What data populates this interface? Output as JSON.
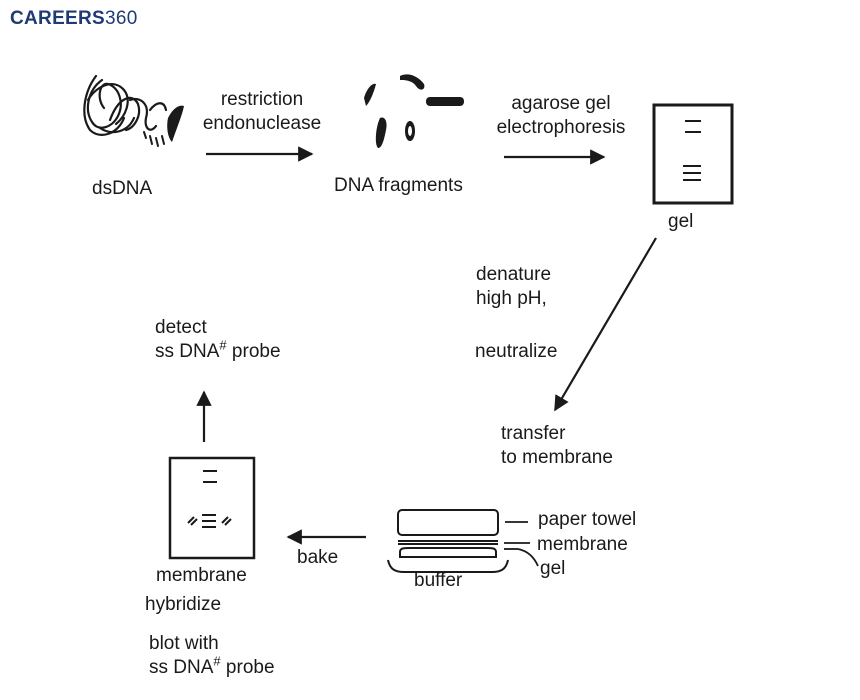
{
  "logo": {
    "brand": "CAREERS",
    "number": "360"
  },
  "steps": {
    "dsdna": "dsDNA",
    "restriction_line1": "restriction",
    "restriction_line2": "endonuclease",
    "fragments": "DNA fragments",
    "agarose_line1": "agarose gel",
    "agarose_line2": "electrophoresis",
    "gel": "gel",
    "denature_line1": "denature",
    "denature_line2": "high pH,",
    "neutralize": "neutralize",
    "transfer_line1": "transfer",
    "transfer_line2": "to membrane",
    "paper_towel": "paper towel",
    "membrane_layer": "membrane",
    "gel_layer": "gel",
    "buffer": "buffer",
    "bake": "bake",
    "membrane": "membrane",
    "hybridize": "hybridize",
    "blot_line1": "blot with",
    "blot_line2_text": "ss DNA",
    "blot_line2_sup": "#",
    "blot_line2_end": " probe",
    "detect_line1": "detect",
    "detect_line2_text": "ss DNA",
    "detect_line2_sup": "#",
    "detect_line2_end": " probe"
  },
  "colors": {
    "ink": "#1a1a1a",
    "brand": "#1f3b73"
  }
}
